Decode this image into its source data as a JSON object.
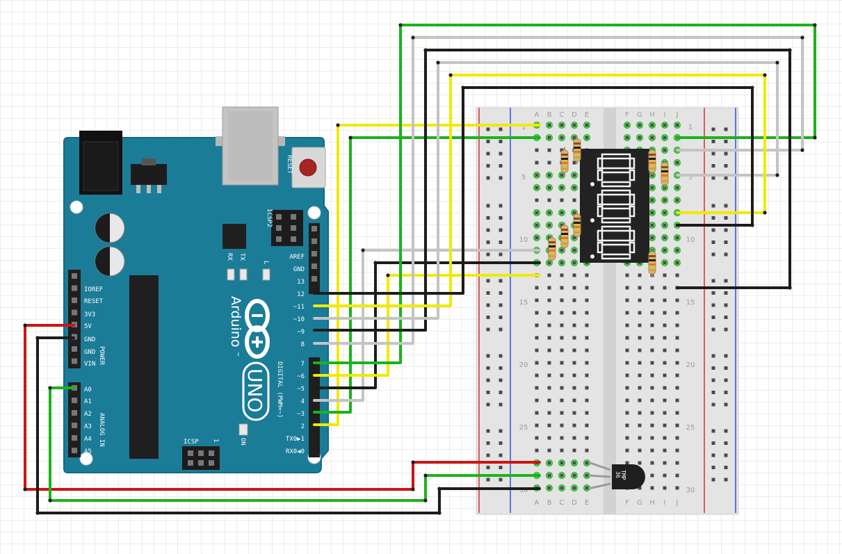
{
  "colors": {
    "board": "#1b7c98",
    "board_edge": "#15657c",
    "breadboard": "#e6e6e6",
    "wire_red": "#cc1414",
    "wire_black": "#1c1c1c",
    "wire_green": "#1bb31b",
    "wire_yellow": "#f0ea00",
    "wire_white": "#c4c4c4",
    "rail_red": "#d13030",
    "rail_blue": "#2e4fd1",
    "display": "#222222"
  },
  "arduino": {
    "brand": "Arduino",
    "trademark": "™",
    "model": "UNO",
    "reset_label": "RESET",
    "icsp2_label": "ICSP2",
    "icsp_label": "ICSP",
    "icsp_pin1": "1",
    "on_label": "ON",
    "led_l": "L",
    "led_tx": "TX",
    "led_rx": "RX",
    "digital_label": "DIGITAL (PWM=~)",
    "power_label": "POWER",
    "analog_label": "ANALOG IN",
    "power_pins": [
      "IOREF",
      "RESET",
      "3V3",
      "5V",
      "GND",
      "GND",
      "VIN"
    ],
    "analog_pins": [
      "A0",
      "A1",
      "A2",
      "A3",
      "A4",
      "A5"
    ],
    "header_top_pins": [
      "AREF",
      "GND",
      "13",
      "12",
      "~11",
      "~10",
      "~9",
      "8"
    ],
    "header_bottom_pins": [
      "7",
      "~6",
      "~5",
      "4",
      "~3",
      "2",
      "TX0▶1",
      "RX0◀0"
    ]
  },
  "breadboard": {
    "columns_left": [
      "A",
      "B",
      "C",
      "D",
      "E"
    ],
    "columns_right": [
      "F",
      "G",
      "H",
      "I",
      "J"
    ],
    "row_numbers": [
      "1",
      "5",
      "10",
      "15",
      "20",
      "25",
      "30"
    ]
  },
  "sensor": {
    "label_line1": "TMP",
    "label_line2": "36"
  }
}
